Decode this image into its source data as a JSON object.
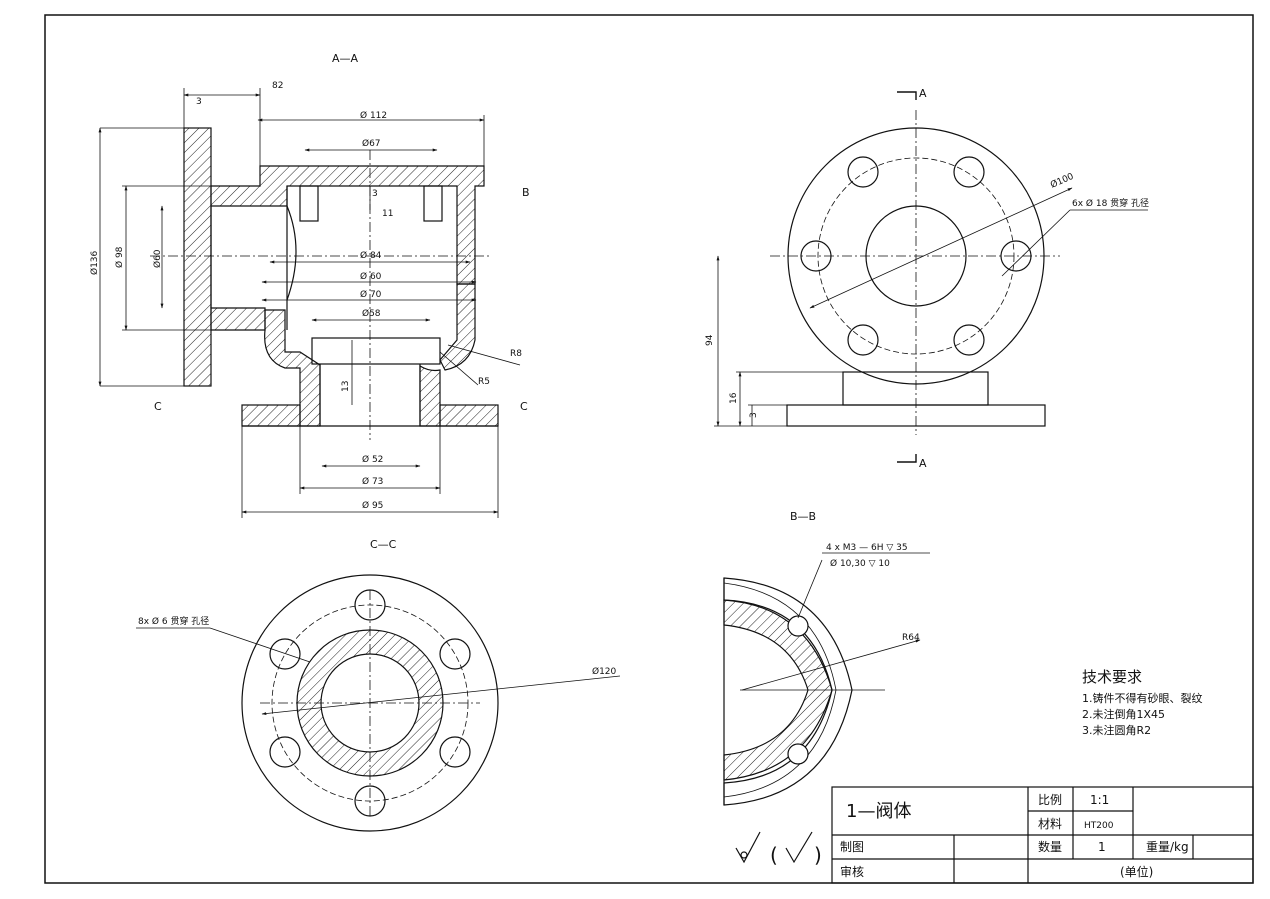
{
  "views": {
    "section_aa": "A—A",
    "section_cc": "C—C",
    "section_bb": "B—B",
    "marker_b": "B",
    "marker_c_left": "C",
    "marker_c_right": "C",
    "marker_a_top": "A",
    "marker_a_bottom": "A"
  },
  "dims_aa": {
    "d_top_82": "82",
    "d_left_3": "3",
    "d_phi_112": "Ø 112",
    "d_phi_67": "Ø67",
    "d_3": "3",
    "d_11": "11",
    "d_phi_84": "Ø 84",
    "d_phi_60": "Ø 60",
    "d_phi_70": "Ø 70",
    "d_phi_58": "Ø58",
    "d_phi_136": "Ø136",
    "d_phi_98": "Ø 98",
    "d_phi_60v": "Ø60",
    "d_r8": "R8",
    "d_r5": "R5",
    "d_13": "13",
    "d_phi_52": "Ø 52",
    "d_phi_73": "Ø 73",
    "d_phi_95": "Ø 95"
  },
  "dims_side": {
    "d_phi_100": "Ø100",
    "hole_note": "6x Ø 18 贯穿 孔径",
    "d_94": "94",
    "d_16": "16",
    "d_3": "3"
  },
  "dims_cc": {
    "hole_note": "8x Ø 6 贯穿 孔径",
    "d_phi_120": "Ø120"
  },
  "dims_bb": {
    "thread_note_1": "4 x M3 — 6H ▽ 35",
    "thread_note_2": "Ø 10,30 ▽ 10",
    "d_r64": "R64"
  },
  "tech_req": {
    "title": "技术要求",
    "items": [
      "1.铸件不得有砂眼、裂纹",
      "2.未注倒角1X45",
      "3.未注圆角R2"
    ]
  },
  "title_block": {
    "part_name": "1—阀体",
    "scale_label": "比例",
    "scale_value": "1:1",
    "material_label": "材料",
    "material_value": "HT200",
    "qty_label": "数量",
    "qty_value": "1",
    "weight_label": "重量/kg",
    "drawn_label": "制图",
    "checked_label": "审核",
    "unit_label": "(单位)"
  },
  "roughness": {
    "open": "(",
    "close": ")"
  }
}
